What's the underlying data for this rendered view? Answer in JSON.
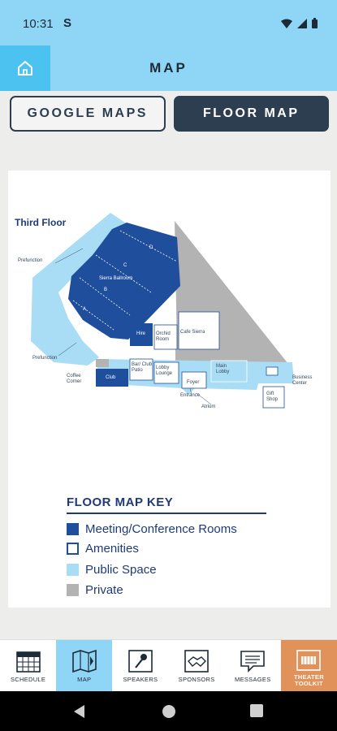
{
  "status": {
    "time": "10:31",
    "sync": "S"
  },
  "header": {
    "title": "MAP"
  },
  "tabs": [
    {
      "label": "GOOGLE MAPS",
      "active": false
    },
    {
      "label": "FLOOR MAP",
      "active": true
    }
  ],
  "map": {
    "floor_title": "Third Floor",
    "labels": {
      "prefunction_top": "Prefunction",
      "prefunction_bottom": "Prefunction",
      "ballroom": "Sierra Ballroom",
      "room_a": "A",
      "room_b": "B",
      "room_c": "C",
      "room_d": "D",
      "hire": "Hire",
      "orchid": "Orchid Room",
      "cafe": "Cafe Sierra",
      "bar": "Bar/ Club Patio",
      "lobby_lounge": "Lobby Lounge",
      "main_lobby": "Main Lobby",
      "club": "Club",
      "coffee": "Coffee Corner",
      "foyer": "Foyer",
      "entrance": "Entrance",
      "atrium": "Atrium",
      "gift": "Gift Shop",
      "business": "Business Center"
    },
    "colors": {
      "meeting": "#1f4e9c",
      "public": "#a9ddf5",
      "private": "#b3b3b3"
    }
  },
  "key": {
    "title": "FLOOR MAP KEY",
    "items": [
      {
        "label": "Meeting/Conference Rooms",
        "color": "#1f4e9c",
        "style": "filled"
      },
      {
        "label": "Amenities",
        "color": "#1f4e9c",
        "style": "outline"
      },
      {
        "label": "Public Space",
        "color": "#a9ddf5",
        "style": "filled"
      },
      {
        "label": "Private",
        "color": "#b3b3b3",
        "style": "filled"
      }
    ]
  },
  "nav": [
    {
      "label": "SCHEDULE",
      "icon": "calendar-icon",
      "active": false
    },
    {
      "label": "MAP",
      "icon": "map-icon",
      "active": true
    },
    {
      "label": "SPEAKERS",
      "icon": "microphone-icon",
      "active": false
    },
    {
      "label": "SPONSORS",
      "icon": "handshake-icon",
      "active": false
    },
    {
      "label": "MESSAGES",
      "icon": "message-icon",
      "active": false
    },
    {
      "label": "THEATER TOOLKIT",
      "icon": "theater-icon",
      "active": false
    }
  ]
}
